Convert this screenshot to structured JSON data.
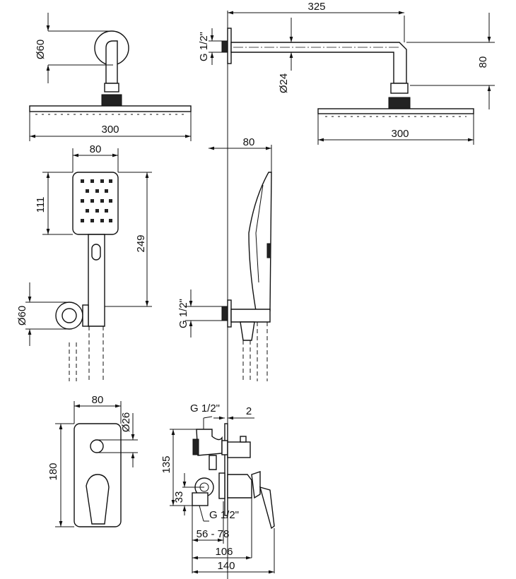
{
  "overhead_front": {
    "diameter": "Ø60",
    "width": "300"
  },
  "overhead_side": {
    "arm_length": "325",
    "thread": "G 1/2\"",
    "arm_diameter": "Ø24",
    "drop": "80",
    "width": "300"
  },
  "hand_front": {
    "width": "80",
    "head_height": "111",
    "length": "249",
    "holder_diameter": "Ø60"
  },
  "hand_side": {
    "depth": "80",
    "thread": "G 1/2\""
  },
  "mixer_front": {
    "width": "80",
    "knob_diameter": "Ø26",
    "height": "180"
  },
  "mixer_side": {
    "thread_top": "G 1/2\"",
    "plate": "2",
    "height": "135",
    "outlet_height": "33",
    "thread_bottom": "G 1/2\"",
    "depth_range": "56 - 78",
    "depth_body": "106",
    "depth_total": "140"
  }
}
